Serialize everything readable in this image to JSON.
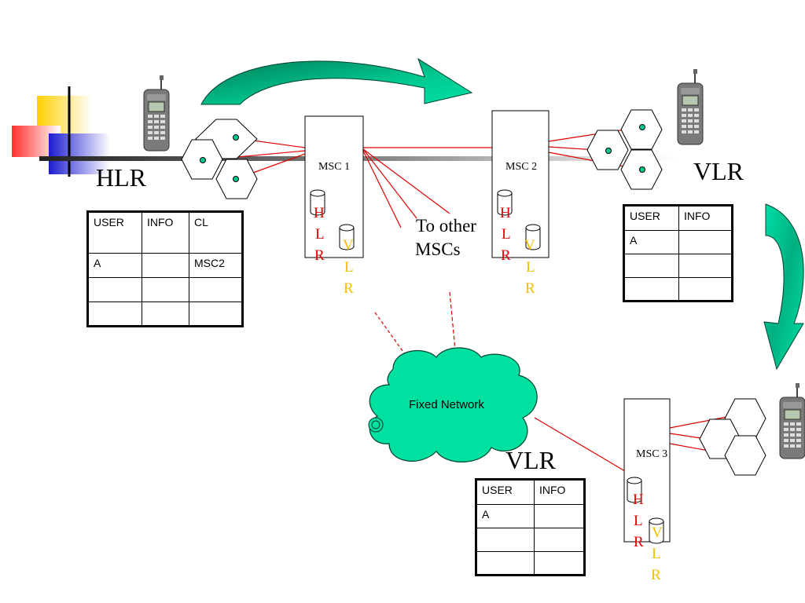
{
  "labels": {
    "hlr_title": "HLR",
    "vlr_title_top": "VLR",
    "vlr_title_bottom": "VLR",
    "to_other": "To other",
    "mscs": "MSCs",
    "fixed_network": "Fixed Network"
  },
  "msc": [
    {
      "name": "MSC 1",
      "db1": [
        "H",
        "L",
        "R"
      ],
      "db2": [
        "V",
        "L",
        "R"
      ]
    },
    {
      "name": "MSC 2",
      "db1": [
        "H",
        "L",
        "R"
      ],
      "db2": [
        "V",
        "L",
        "R"
      ]
    },
    {
      "name": "MSC 3",
      "db1": [
        "H",
        "L",
        "R"
      ],
      "db2": [
        "V",
        "L",
        "R"
      ]
    }
  ],
  "hlr_table": {
    "headers": [
      "USER",
      "INFO",
      "CL"
    ],
    "rows": [
      [
        "A",
        "",
        "MSC2"
      ],
      [
        "",
        "",
        ""
      ],
      [
        "",
        "",
        ""
      ]
    ]
  },
  "vlr_table_top": {
    "headers": [
      "USER",
      "INFO"
    ],
    "rows": [
      [
        "A",
        ""
      ],
      [
        "",
        ""
      ],
      [
        "",
        ""
      ]
    ]
  },
  "vlr_table_bottom": {
    "headers": [
      "USER",
      "INFO"
    ],
    "rows": [
      [
        "A",
        ""
      ],
      [
        "",
        ""
      ],
      [
        "",
        ""
      ]
    ]
  },
  "colors": {
    "link": "#e00000",
    "hlr_text": "#e00000",
    "vlr_text": "#f0c000",
    "arrow": "#00d8a0",
    "cloud": "#00e0a0"
  },
  "icons": [
    "mobile-phone-icon",
    "cell-cluster-icon",
    "database-icon",
    "curved-arrow-icon",
    "cloud-icon"
  ]
}
